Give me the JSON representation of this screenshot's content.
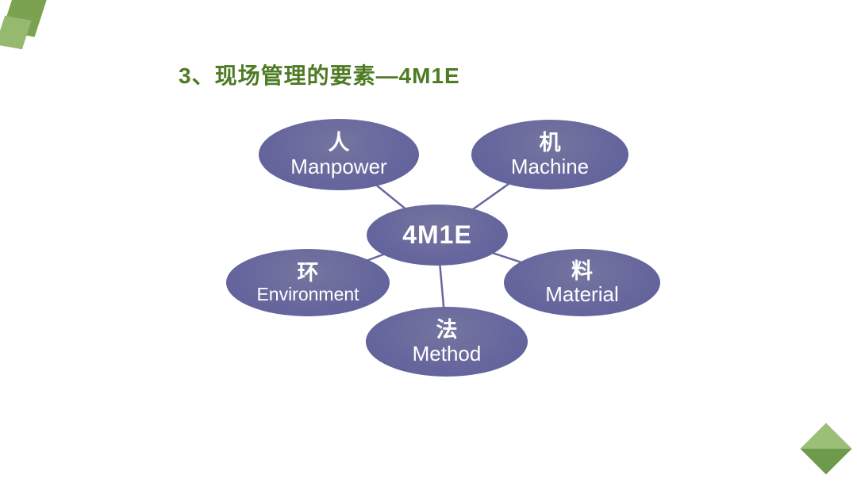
{
  "slide": {
    "title": "3、现场管理的要素—4M1E"
  },
  "diagram": {
    "type": "hub-and-spoke",
    "center": {
      "label": "4M1E"
    },
    "nodes": [
      {
        "id": "manpower",
        "cn": "人",
        "en": "Manpower"
      },
      {
        "id": "machine",
        "cn": "机",
        "en": "Machine"
      },
      {
        "id": "environment",
        "cn": "环",
        "en": "Environment"
      },
      {
        "id": "material",
        "cn": "料",
        "en": "Material"
      },
      {
        "id": "method",
        "cn": "法",
        "en": "Method"
      }
    ]
  },
  "colors": {
    "ellipse_fill": "#67679E",
    "connector_line": "#67679E",
    "title_green": "#4F7B24",
    "decor_green_dark": "#7BA24F",
    "decor_green_light": "#95B96F",
    "text_on_ellipse": "#FFFFFF",
    "slide_background": "#FFFFFF"
  }
}
